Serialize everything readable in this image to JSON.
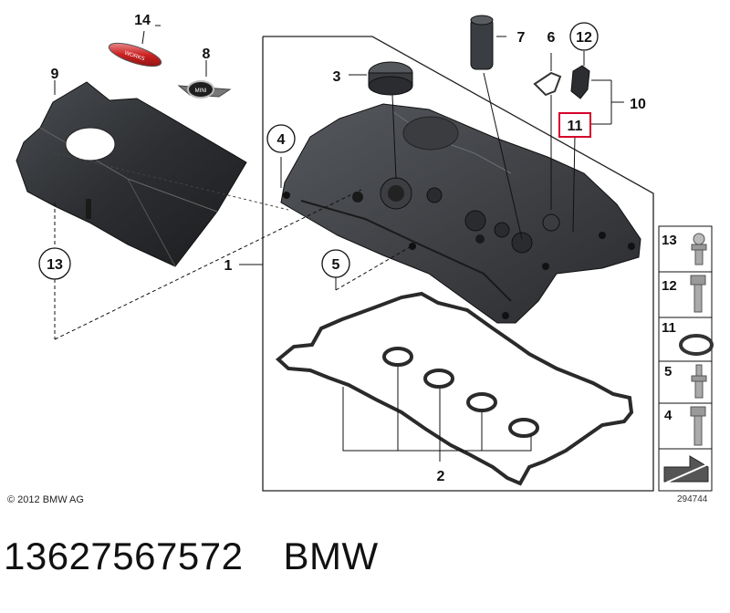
{
  "diagram": {
    "callouts": {
      "c1": "1",
      "c2": "2",
      "c3": "3",
      "c4": "4",
      "c5": "5",
      "c6": "6",
      "c7": "7",
      "c8": "8",
      "c9": "9",
      "c10": "10",
      "c11": "11",
      "c12": "12",
      "c13": "13",
      "c14": "14"
    },
    "emblem_text_works": "WORKS",
    "emblem_text_mini": "MINI",
    "legend": [
      {
        "num": "13",
        "icon": "ball-stud-icon"
      },
      {
        "num": "12",
        "icon": "bolt-icon"
      },
      {
        "num": "11",
        "icon": "o-ring-icon"
      },
      {
        "num": "5",
        "icon": "stud-bolt-icon"
      },
      {
        "num": "4",
        "icon": "screw-icon"
      }
    ],
    "highlight_color": "#d6002a"
  },
  "copyright": "© 2012 BMW AG",
  "figure_number": "294744",
  "footer": {
    "part_number": "13627567572",
    "brand": "BMW"
  }
}
